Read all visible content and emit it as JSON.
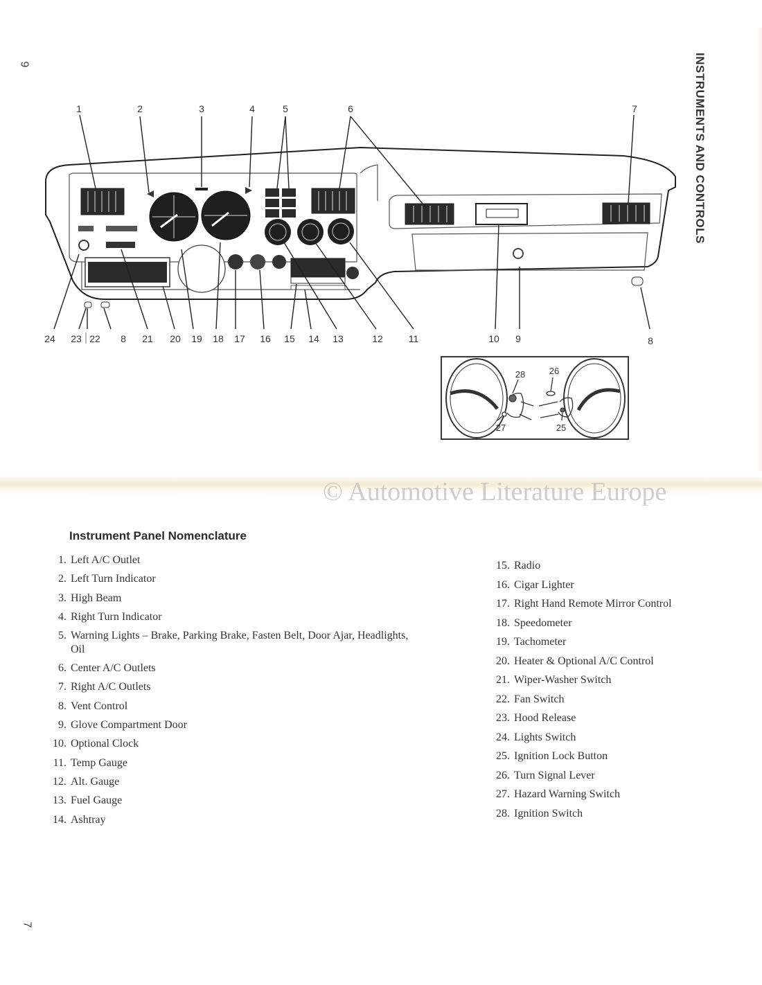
{
  "page": {
    "page_number_top": "9",
    "page_number_bottom": "7",
    "side_title": "INSTRUMENTS AND CONTROLS",
    "watermark": "© Automotive Literature Europe"
  },
  "diagram": {
    "top_callouts": [
      "1",
      "2",
      "3",
      "4",
      "5",
      "6",
      "7"
    ],
    "bottom_callouts": [
      "24",
      "23",
      "22",
      "8",
      "21",
      "20",
      "19",
      "18",
      "17",
      "16",
      "15",
      "14",
      "13",
      "12",
      "11",
      "10",
      "9",
      "8"
    ],
    "inset_callouts": [
      "28",
      "26",
      "27",
      "25"
    ]
  },
  "nomenclature": {
    "heading": "Instrument Panel Nomenclature",
    "left_items": [
      {
        "num": "1.",
        "label": "Left A/C Outlet"
      },
      {
        "num": "2.",
        "label": "Left Turn Indicator"
      },
      {
        "num": "3.",
        "label": "High Beam"
      },
      {
        "num": "4.",
        "label": "Right Turn Indicator"
      },
      {
        "num": "5.",
        "label": "Warning Lights – Brake, Parking Brake, Fasten Belt, Door Ajar, Headlights, Oil"
      },
      {
        "num": "6.",
        "label": "Center A/C Outlets"
      },
      {
        "num": "7.",
        "label": "Right A/C Outlets"
      },
      {
        "num": "8.",
        "label": "Vent Control"
      },
      {
        "num": "9.",
        "label": "Glove Compartment Door"
      },
      {
        "num": "10.",
        "label": "Optional Clock"
      },
      {
        "num": "11.",
        "label": "Temp Gauge"
      },
      {
        "num": "12.",
        "label": "Alt. Gauge"
      },
      {
        "num": "13.",
        "label": "Fuel Gauge"
      },
      {
        "num": "14.",
        "label": "Ashtray"
      }
    ],
    "right_items": [
      {
        "num": "15.",
        "label": "Radio"
      },
      {
        "num": "16.",
        "label": "Cigar Lighter"
      },
      {
        "num": "17.",
        "label": "Right Hand Remote Mirror Control"
      },
      {
        "num": "18.",
        "label": "Speedometer"
      },
      {
        "num": "19.",
        "label": "Tachometer"
      },
      {
        "num": "20.",
        "label": "Heater & Optional A/C Control"
      },
      {
        "num": "21.",
        "label": "Wiper-Washer Switch"
      },
      {
        "num": "22.",
        "label": "Fan Switch"
      },
      {
        "num": "23.",
        "label": "Hood Release"
      },
      {
        "num": "24.",
        "label": "Lights Switch"
      },
      {
        "num": "25.",
        "label": "Ignition Lock Button"
      },
      {
        "num": "26.",
        "label": "Turn Signal Lever"
      },
      {
        "num": "27.",
        "label": "Hazard Warning Switch"
      },
      {
        "num": "28.",
        "label": "Ignition Switch"
      }
    ]
  }
}
